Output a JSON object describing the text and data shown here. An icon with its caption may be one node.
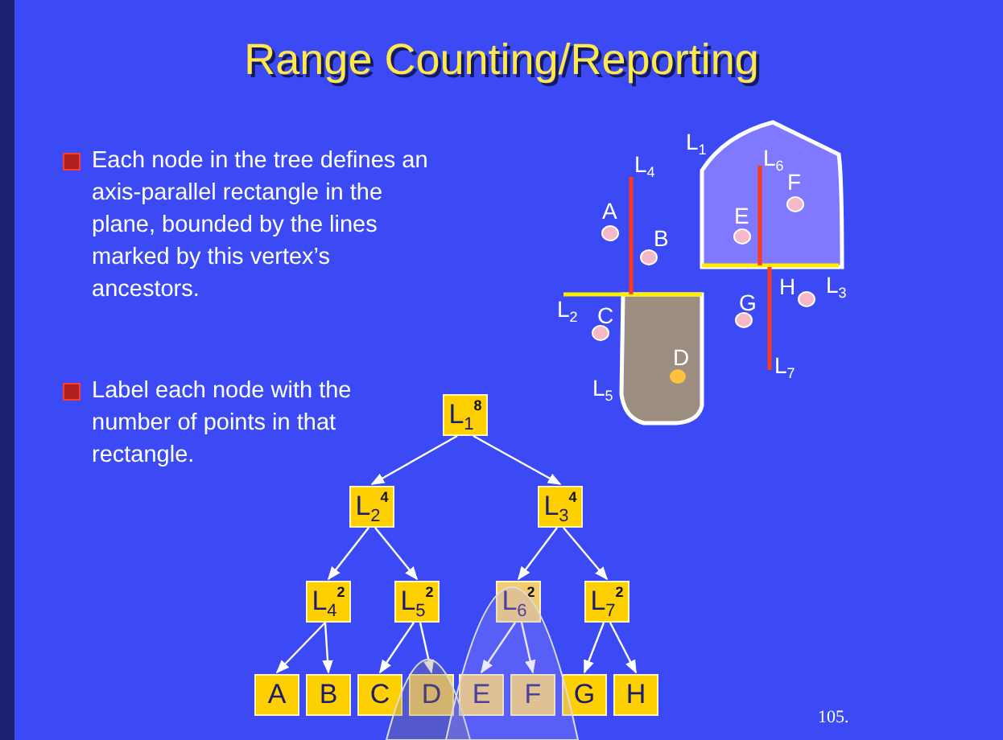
{
  "diagram": {
    "title": "Range Counting/Reporting",
    "nodes": [
      {
        "text": [
          "L$_{1}$$^{8}$"
        ]
      },
      {
        "text": [
          "L$_{2}$$^{4}$"
        ]
      },
      {
        "text": [
          "L$_{3}$$^{4}$"
        ]
      },
      {
        "text": [
          "L$_{4}$$^{2}$"
        ]
      },
      {
        "text": [
          "L$_{5}$$^{2}$"
        ]
      },
      {
        "text": [
          "L$_{6}$$^{2}$"
        ]
      },
      {
        "text": [
          "L$_{7}$$^{2}$"
        ]
      },
      {
        "text": [
          "A"
        ]
      },
      {
        "text": [
          "B"
        ]
      },
      {
        "text": [
          "C"
        ]
      },
      {
        "text": [
          "D"
        ]
      },
      {
        "text": [
          "E"
        ]
      },
      {
        "text": [
          "F"
        ]
      },
      {
        "text": [
          "G"
        ]
      },
      {
        "text": [
          "H"
        ]
      }
    ],
    "edges": [
      {
        "from": 0,
        "to": 1,
        "arrow": "to"
      },
      {
        "from": 0,
        "to": 2,
        "arrow": "to"
      },
      {
        "from": 1,
        "to": 3,
        "arrow": "to"
      },
      {
        "from": 1,
        "to": 4,
        "arrow": "to"
      },
      {
        "from": 2,
        "to": 5,
        "arrow": "to"
      },
      {
        "from": 2,
        "to": 6,
        "arrow": "to"
      },
      {
        "from": 3,
        "to": 7,
        "arrow": "to"
      },
      {
        "from": 3,
        "to": 8,
        "arrow": "to"
      },
      {
        "from": 4,
        "to": 9,
        "arrow": "to"
      },
      {
        "from": 4,
        "to": 10,
        "arrow": "to"
      },
      {
        "from": 5,
        "to": 11,
        "arrow": "to"
      },
      {
        "from": 5,
        "to": 12,
        "arrow": "to"
      },
      {
        "from": 6,
        "to": 13,
        "arrow": "to"
      },
      {
        "from": 6,
        "to": 14,
        "arrow": "to"
      }
    ],
    "labels": [
      "Each node in the tree defines an axis-parallel rectangle in the plane, bounded by the lines marked by this vertex’s ancestors.",
      "Label each node with the number of points in that rectangle.",
      "L$_{1}$",
      "L$_{4}$",
      "L$_{6}$",
      "F",
      "A",
      "E",
      "B",
      "L$_{2}$",
      "C",
      "G",
      "H",
      "L$_{3}$",
      "D",
      "L$_{7}$",
      "L$_{5}$",
      "105."
    ]
  }
}
